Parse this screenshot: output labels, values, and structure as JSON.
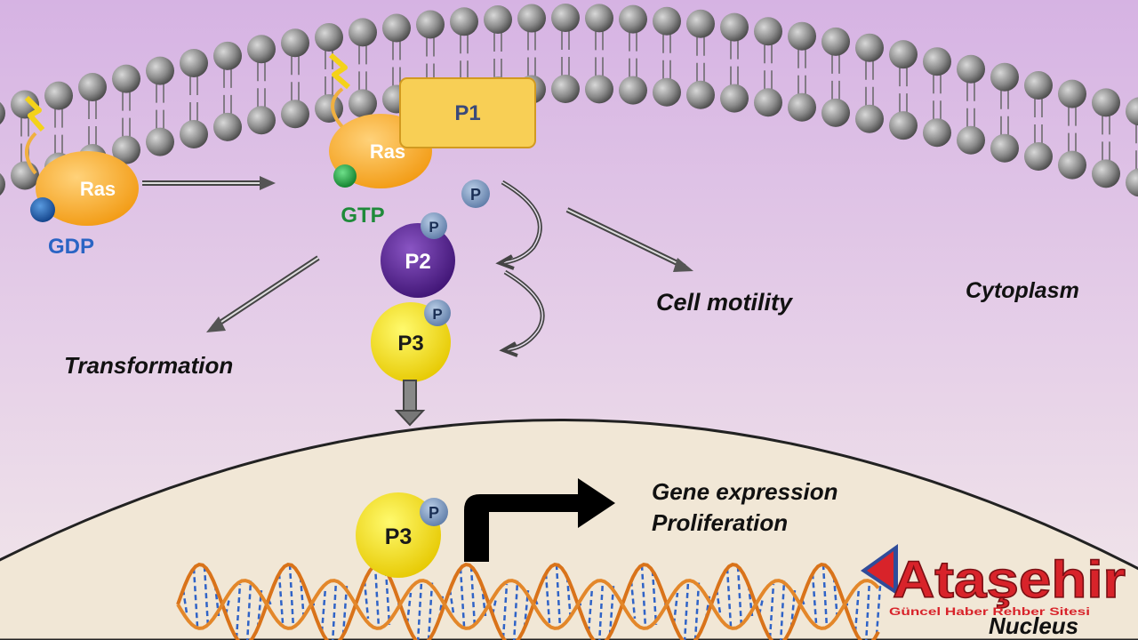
{
  "molecules": {
    "ras_inactive": "Ras",
    "ras_active": "Ras",
    "p1": "P1",
    "p2": "P2",
    "p3_cytoplasm": "P3",
    "p3_nucleus": "P3",
    "phospho_free": "P",
    "phospho_p2": "P",
    "phospho_p3_cytoplasm": "P",
    "phospho_p3_nucleus": "P"
  },
  "nucleotides": {
    "gdp": "GDP",
    "gtp": "GTP"
  },
  "outcomes": {
    "transformation": "Transformation",
    "cell_motility": "Cell motility",
    "gene_expression": "Gene expression",
    "proliferation": "Proliferation"
  },
  "compartments": {
    "cytoplasm": "Cytoplasm",
    "nucleus": "Nucleus"
  },
  "watermark": {
    "brand": "Ataşehir",
    "tagline": "Güncel Haber Rehber Sitesi"
  },
  "colors": {
    "cytoplasm_top": "#d8b4e4",
    "cytoplasm_bottom": "#f0e6ea",
    "nucleus_fill": "#f1e7d6",
    "ras": "#f5a623",
    "p1": "#f8cf55",
    "p2": "#5b2496",
    "p3": "#f3e21c",
    "gdp_dot": "#1d5fb5",
    "gtp_dot": "#1ea33c",
    "phospho": "#6f8fb8",
    "watermark_red": "#d8232a",
    "watermark_blue": "#2f4c9a"
  }
}
